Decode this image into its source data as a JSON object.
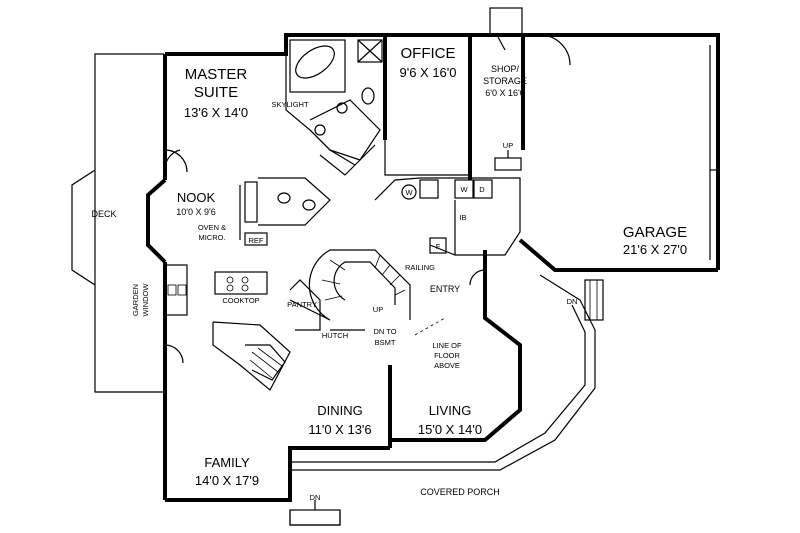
{
  "rooms": {
    "master_name_1": "MASTER",
    "master_name_2": "SUITE",
    "master_dim": "13'6 X 14'0",
    "office_name": "OFFICE",
    "office_dim": "9'6 X 16'0",
    "shop_name_1": "SHOP/",
    "shop_name_2": "STORAGE",
    "shop_dim": "6'0 X 16'0",
    "garage_name": "GARAGE",
    "garage_dim": "21'6 X 27'0",
    "nook_name": "NOOK",
    "nook_dim": "10'0 X 9'6",
    "dining_name": "DINING",
    "dining_dim": "11'0 X 13'6",
    "living_name": "LIVING",
    "living_dim": "15'0 X 14'0",
    "family_name": "FAMILY",
    "family_dim": "14'0 X 17'9",
    "deck": "DECK",
    "entry": "ENTRY",
    "porch": "COVERED PORCH"
  },
  "labels": {
    "skylight": "SKYLIGHT",
    "up_top": "UP",
    "oven_1": "OVEN &",
    "oven_2": "MICRO.",
    "ref": "REF",
    "railing": "RAILING",
    "cooktop": "COOKTOP",
    "pantry": "PANTRY",
    "hutch": "HUTCH",
    "up_stair": "UP",
    "dn_bsmt_1": "DN TO",
    "dn_bsmt_2": "BSMT",
    "line_floor_1": "LINE OF",
    "line_floor_2": "FLOOR",
    "line_floor_3": "ABOVE",
    "garden_1": "GARDEN",
    "garden_2": "WINDOW",
    "dn_right": "DN",
    "dn_bottom": "DN",
    "washer": "W",
    "dryer": "D",
    "ib": "IB",
    "freezer": "F",
    "wh": "W"
  }
}
